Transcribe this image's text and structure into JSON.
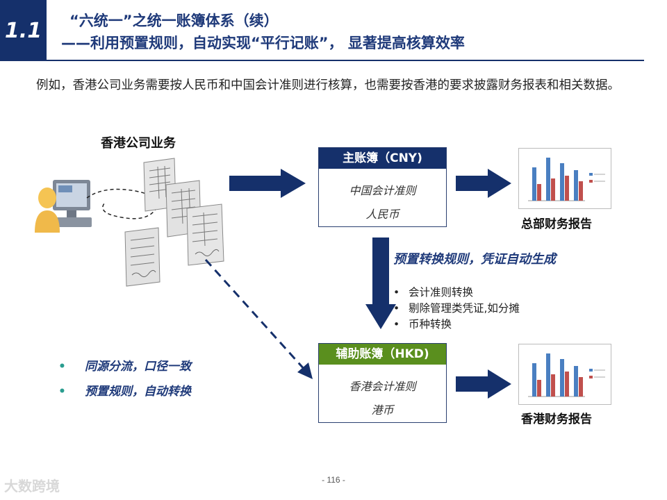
{
  "header": {
    "section_number": "1.1",
    "title_line1": "“六统一”之统一账簿体系（续）",
    "title_line2": "——利用预置规则，自动实现“平行记账”， 显著提高核算效率"
  },
  "intro_text": "例如，香港公司业务需要按人民币和中国会计准则进行核算，也需要按香港的要求披露财务报表和相关数据。",
  "hk_business_label": "香港公司业务",
  "main_ledger": {
    "title": "主账簿（CNY)",
    "line1": "中国会计准则",
    "line2": "人民币",
    "header_color": "#15306b"
  },
  "aux_ledger": {
    "title": "辅助账簿（HKD)",
    "line1": "香港会计准则",
    "line2": "港币",
    "header_color": "#5a8f1e"
  },
  "reports": {
    "hq": "总部财务报告",
    "hk": "香港财务报告"
  },
  "conversion": {
    "title": "预置转换规则，凭证自动生成",
    "items": [
      "会计准则转换",
      "剔除管理类凭证,如分摊",
      "币种转换"
    ]
  },
  "key_points": [
    "同源分流，口径一致",
    "预置规则，自动转换"
  ],
  "page_number": "- 116 -",
  "watermark": "大数跨境",
  "colors": {
    "navy": "#15306b",
    "green_header": "#5a8f1e",
    "accent_text": "#1f3a7a"
  }
}
